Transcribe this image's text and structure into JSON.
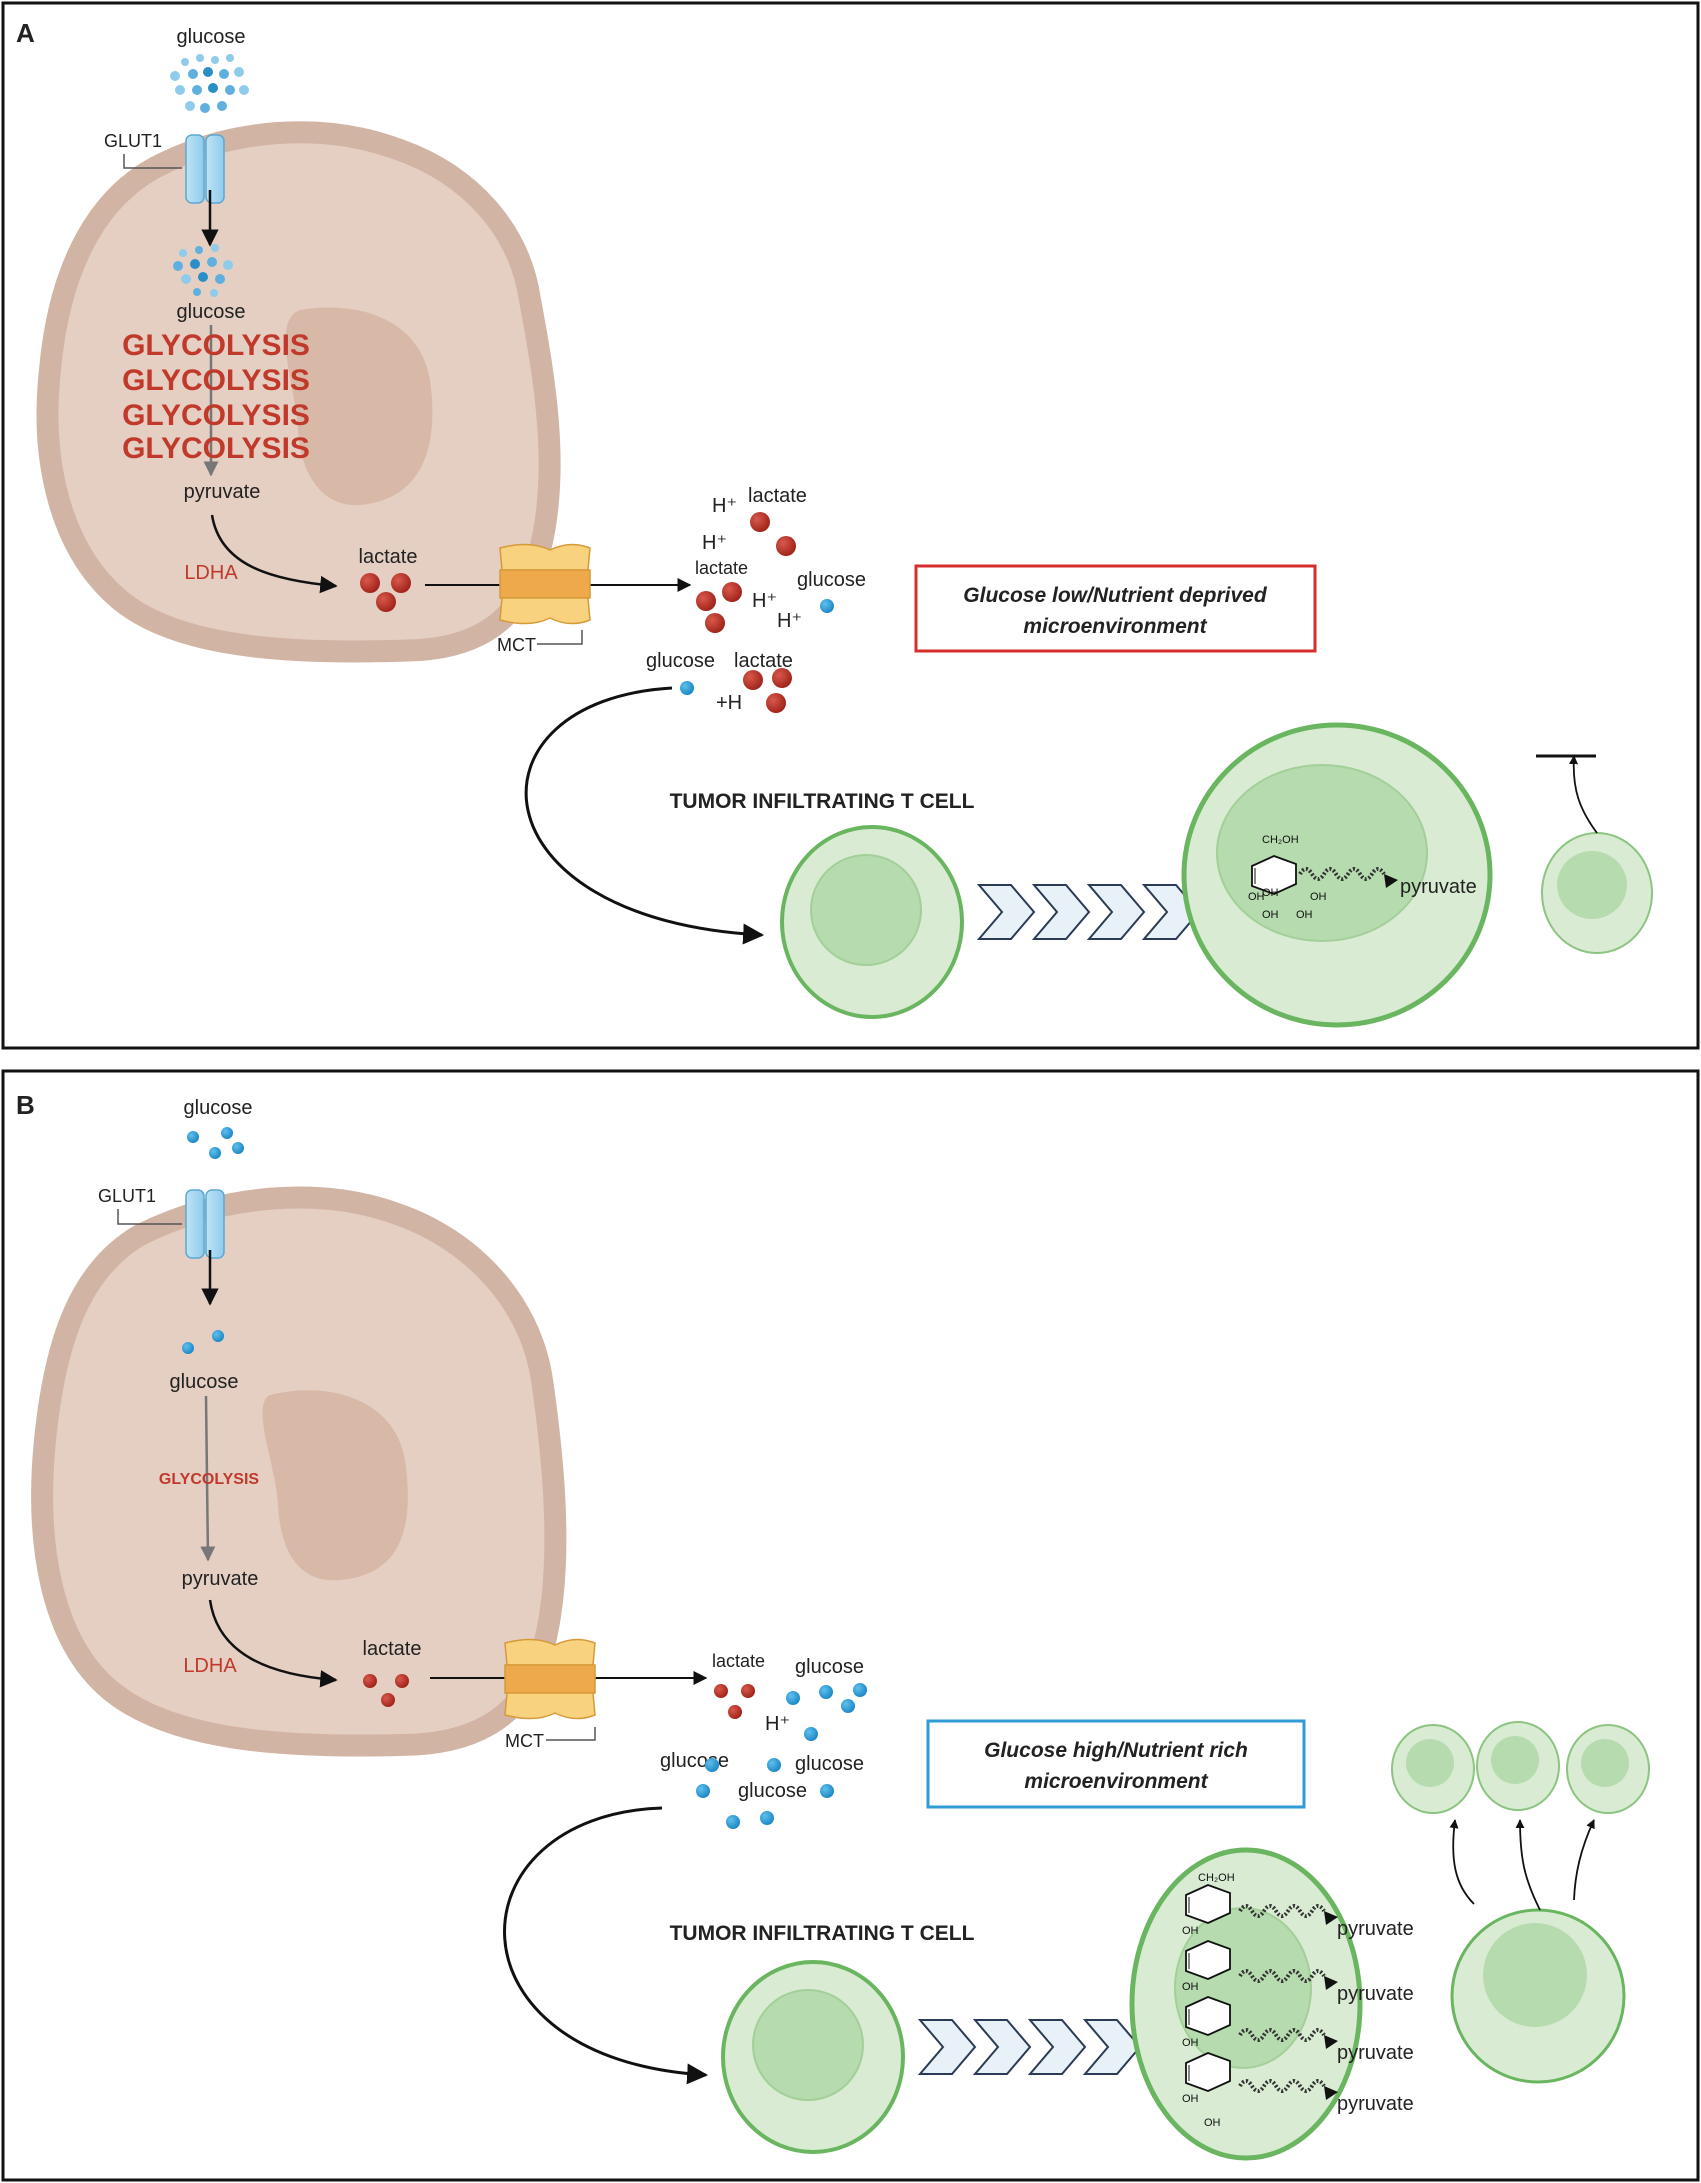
{
  "colors": {
    "cell_fill": "#e5cfc2",
    "cell_border": "#d2b4a4",
    "nucleus": "#d8b9a8",
    "glucose": "#2a9fd6",
    "lactate": "#b72f25",
    "tcell_fill": "#d9ecd3",
    "tcell_border": "#6ab55f",
    "tcell_nucleus": "#b6dbae",
    "red_box": "#d62d2d",
    "blue_box": "#2f9bd6",
    "mct": "#f4c56a"
  },
  "panel_a": {
    "letter": "A",
    "glucose_top": "glucose",
    "glut1": "GLUT1",
    "glucose_inside": "glucose",
    "glycolysis_lines": [
      "GLYCOLYSIS",
      "GLYCOLYSIS",
      "GLYCOLYSIS",
      "GLYCOLYSIS"
    ],
    "pyruvate": "pyruvate",
    "ldha": "LDHA",
    "lactate_inside": "lactate",
    "mct": "MCT",
    "h_plus": "H⁺",
    "lactate_out1": "lactate",
    "lactate_out2": "lactate",
    "lactate_out3": "lactate",
    "glucose_out1": "glucose",
    "glucose_out2": "glucose",
    "h_plus_left": "+H",
    "env_label_line1": "Glucose low/Nutrient deprived",
    "env_label_line2": "microenvironment",
    "tcell_title": "TUMOR INFILTRATING T CELL",
    "pyruvate_out": "pyruvate",
    "ch2oh": "CH₂OH",
    "oh": "OH"
  },
  "panel_b": {
    "letter": "B",
    "glucose_top": "glucose",
    "glut1": "GLUT1",
    "glucose_inside": "glucose",
    "glycolysis": "GLYCOLYSIS",
    "pyruvate": "pyruvate",
    "ldha": "LDHA",
    "lactate_inside": "lactate",
    "mct": "MCT",
    "lactate_out": "lactate",
    "h_plus": "H⁺",
    "glucose_out1": "glucose",
    "glucose_out2": "glucose",
    "glucose_out3": "glucose",
    "glucose_out4": "glucose",
    "env_label_line1": "Glucose high/Nutrient rich",
    "env_label_line2": "microenvironment",
    "tcell_title": "TUMOR INFILTRATING T CELL",
    "pyruvate_out": [
      "pyruvate",
      "pyruvate",
      "pyruvate",
      "pyruvate"
    ],
    "ch2oh": "CH₂OH",
    "oh": "OH"
  }
}
